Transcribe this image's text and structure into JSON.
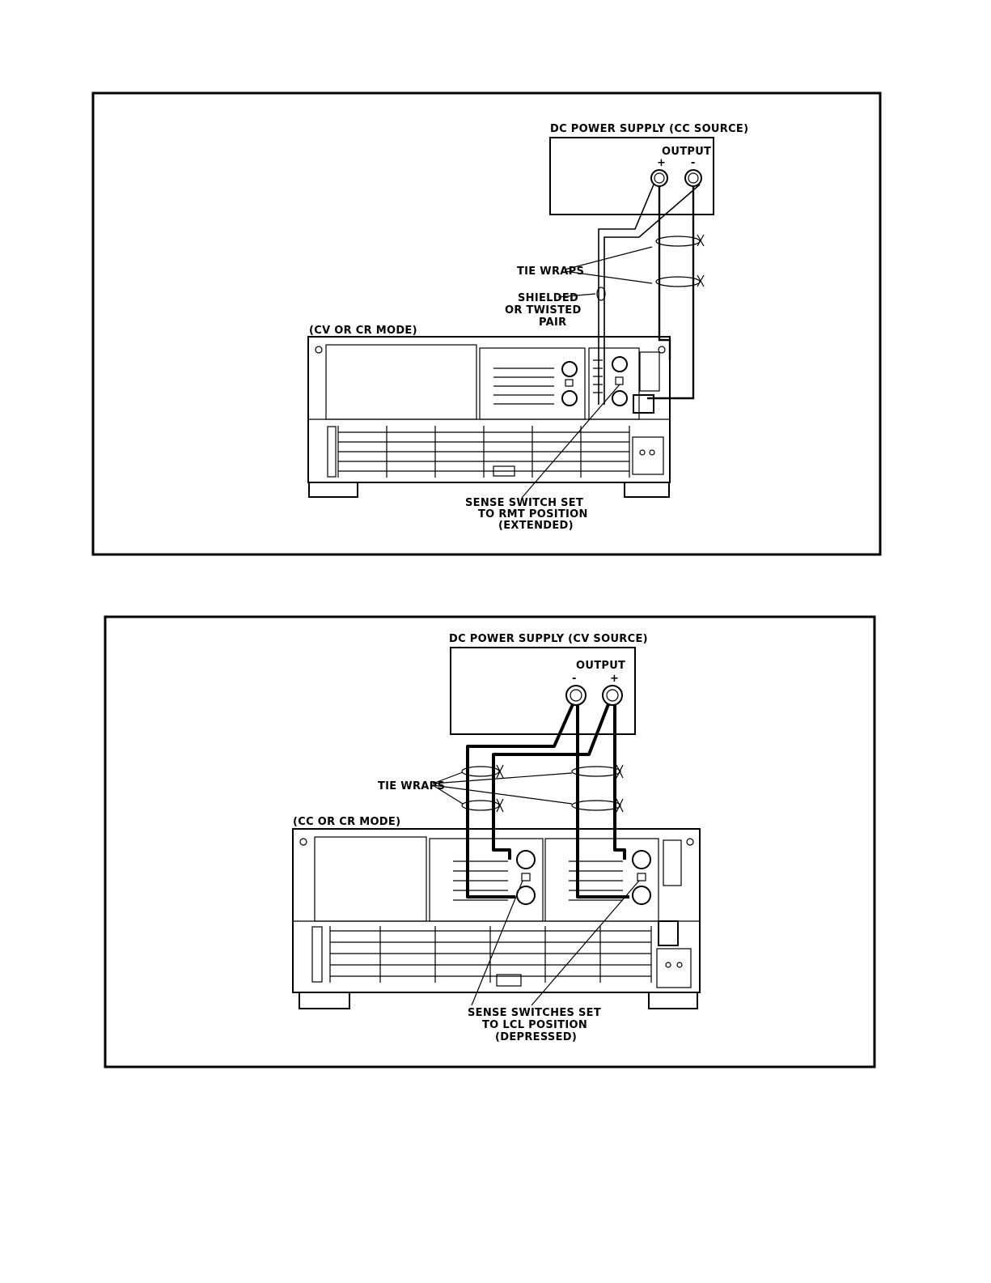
{
  "figure_top": {
    "supply_label": "DC POWER SUPPLY (CC SOURCE)",
    "output_label": "OUTPUT",
    "plus": "+",
    "minus": "-",
    "tie_wraps": "TIE WRAPS",
    "shielded_1": "SHIELDED",
    "shielded_2": "OR TWISTED",
    "shielded_3": "PAIR",
    "mode_label": "(CV OR CR MODE)",
    "sense_1": "SENSE SWITCH SET",
    "sense_2": "TO RMT POSITION",
    "sense_3": "(EXTENDED)"
  },
  "figure_bottom": {
    "supply_label": "DC POWER SUPPLY (CV SOURCE)",
    "output_label": "OUTPUT",
    "minus": "-",
    "plus": "+",
    "tie_wraps": "TIE WRAPS",
    "mode_label": "(CC OR CR MODE)",
    "sense_1": "SENSE SWITCHES SET",
    "sense_2": "TO LCL POSITION",
    "sense_3": "(DEPRESSED)"
  }
}
